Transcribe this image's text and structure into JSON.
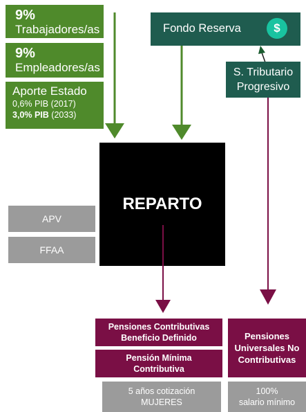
{
  "contributions": {
    "trabajadores": {
      "pct": "9%",
      "label": "Trabajadores/as"
    },
    "empleadores": {
      "pct": "9%",
      "label": "Empleadores/as"
    },
    "estado": {
      "label": "Aporte Estado",
      "line1_value": "0,6% PIB",
      "line1_year": "(2017)",
      "line2_value": "3,0% PIB",
      "line2_year": "(2033)"
    }
  },
  "fondo_reserva": {
    "label": "Fondo Reserva",
    "icon": "dollar-icon",
    "icon_text": "$"
  },
  "sistema_tributario": {
    "line1": "S. Tributario",
    "line2": "Progresivo"
  },
  "reparto": {
    "label": "REPARTO"
  },
  "otros": {
    "apv": "APV",
    "ffaa": "FFAA"
  },
  "outputs": {
    "contributivas": {
      "line1": "Pensiones Contributivas",
      "line2": "Beneficio Definido"
    },
    "minima": {
      "line1": "Pensión Mínima",
      "line2": "Contributiva"
    },
    "universales": {
      "line1": "Pensiones",
      "line2": "Universales No",
      "line3": "Contributivas"
    },
    "mujeres": {
      "line1": "5 años cotización",
      "line2": "MUJERES"
    },
    "salario": {
      "line1": "100%",
      "line2": "salario mínimo"
    }
  },
  "colors": {
    "green": "#4f8a2b",
    "teal": "#1f5c4f",
    "maroon": "#7a0f45",
    "grey": "#9b9b9b",
    "black": "#000000",
    "dollar": "#19c3a0"
  }
}
